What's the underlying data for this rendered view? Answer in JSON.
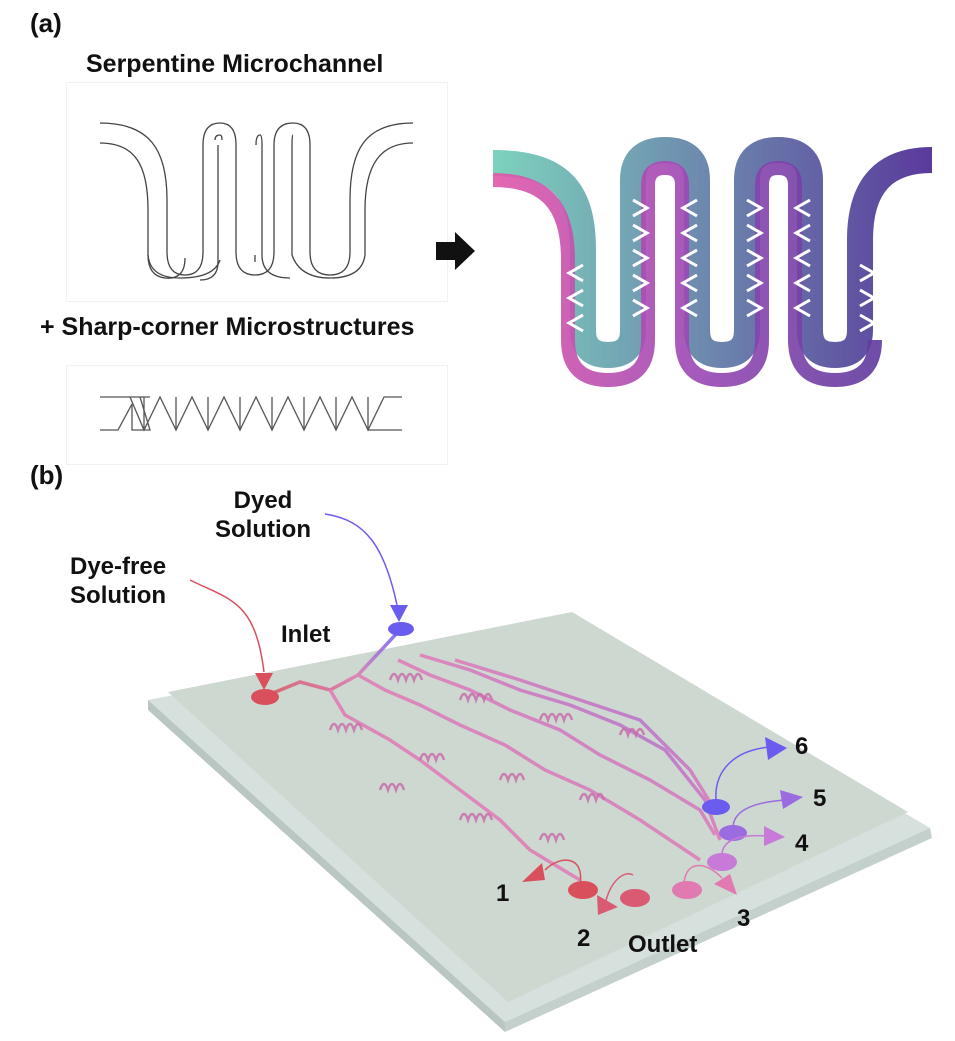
{
  "panel_a": {
    "label": "(a)",
    "serpentine_title": "Serpentine Microchannel",
    "microstructure_title": "+ Sharp-corner Microstructures",
    "arrow_icon": "right-arrow",
    "colors": {
      "dye_free": "#e257a8",
      "dyed": "#6a3fa0",
      "mix_start": "#7dd3bd",
      "mid": "#a54ab8"
    }
  },
  "panel_b": {
    "label": "(b)",
    "inputs": [
      {
        "name": "Dyed",
        "line2": "Solution",
        "color": "#6b5cf0"
      },
      {
        "name": "Dye-free",
        "line2": "Solution",
        "color": "#d9505c"
      }
    ],
    "inlet_label": "Inlet",
    "outlet_label": "Outlet",
    "outlets": [
      {
        "number": "1",
        "color": "#d9505c"
      },
      {
        "number": "2",
        "color": "#d95a72"
      },
      {
        "number": "3",
        "color": "#e07ab0"
      },
      {
        "number": "4",
        "color": "#c77ad8"
      },
      {
        "number": "5",
        "color": "#9b6be0"
      },
      {
        "number": "6",
        "color": "#6b5cf0"
      }
    ],
    "chip_color": "#cfd9d2"
  }
}
